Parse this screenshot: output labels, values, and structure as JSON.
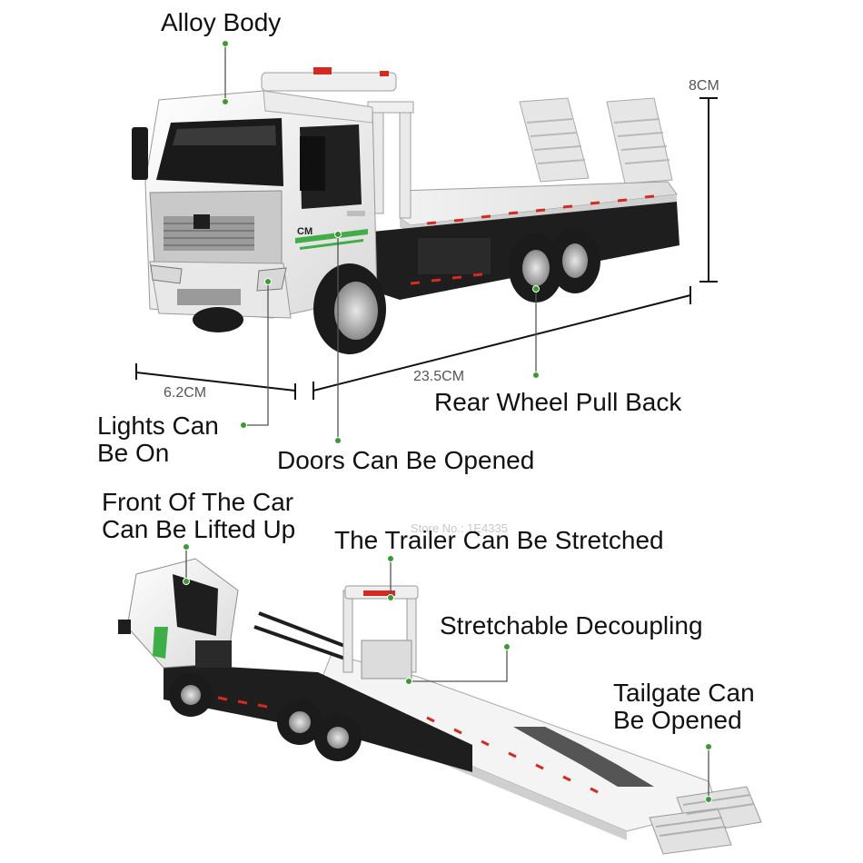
{
  "callouts": {
    "alloy_body": "Alloy Body",
    "rear_wheel": "Rear Wheel Pull Back",
    "lights_line1": "Lights Can",
    "lights_line2": "Be On",
    "doors": "Doors Can Be Opened",
    "front_line1": "Front Of The Car",
    "front_line2": "Can Be Lifted Up",
    "trailer": "The Trailer Can Be Stretched",
    "decoupling": "Stretchable Decoupling",
    "tailgate_line1": "Tailgate Can",
    "tailgate_line2": "Be Opened"
  },
  "dimensions": {
    "height": "8CM",
    "length": "23.5CM",
    "width": "6.2CM"
  },
  "watermark": "Store No.: 1E4335",
  "colors": {
    "callout_line": "#555555",
    "callout_dot": "#3a9a32",
    "body_white": "#f4f4f4",
    "chassis_black": "#1e1e1e",
    "accent_red": "#d32a22",
    "accent_green": "#3fae49"
  }
}
